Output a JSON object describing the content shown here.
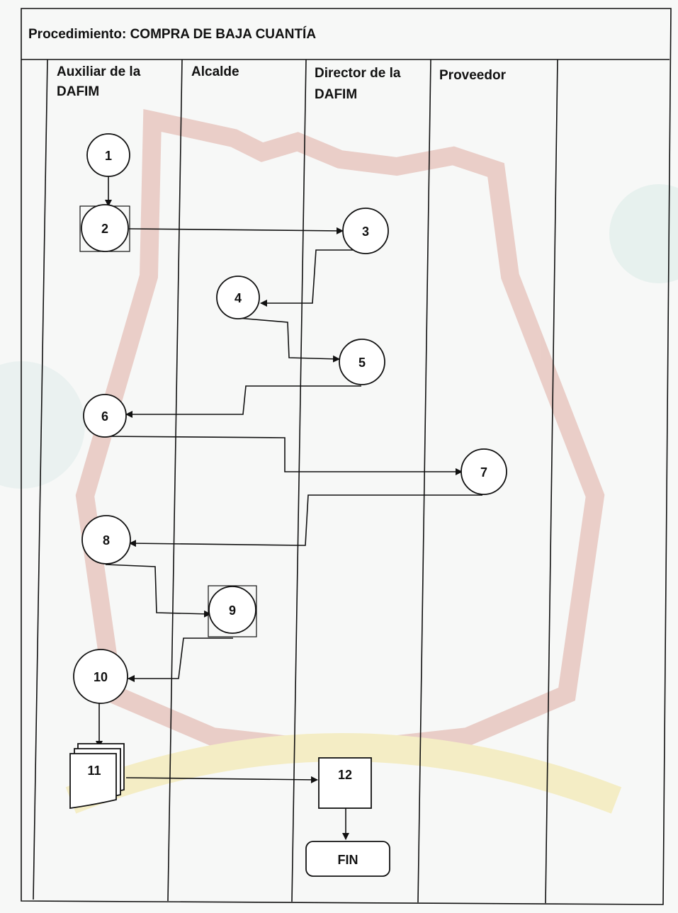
{
  "header": {
    "title": "Procedimiento:  COMPRA DE BAJA CUANTÍA"
  },
  "lanes": [
    {
      "label_line1": "Auxiliar de la",
      "label_line2": "DAFIM"
    },
    {
      "label_line1": "Alcalde",
      "label_line2": ""
    },
    {
      "label_line1": "Director de la",
      "label_line2": "DAFIM"
    },
    {
      "label_line1": "Proveedor",
      "label_line2": ""
    },
    {
      "label_line1": "",
      "label_line2": ""
    }
  ],
  "steps": {
    "s1": "1",
    "s2": "2",
    "s3": "3",
    "s4": "4",
    "s5": "5",
    "s6": "6",
    "s7": "7",
    "s8": "8",
    "s9": "9",
    "s10": "10",
    "s11": "11",
    "s12": "12",
    "end": "FIN"
  },
  "colors": {
    "line": "#111111",
    "watermark_red": "#e8c9c2",
    "watermark_yellow": "#f4ecc0",
    "watermark_teal": "#d3e7e4"
  }
}
